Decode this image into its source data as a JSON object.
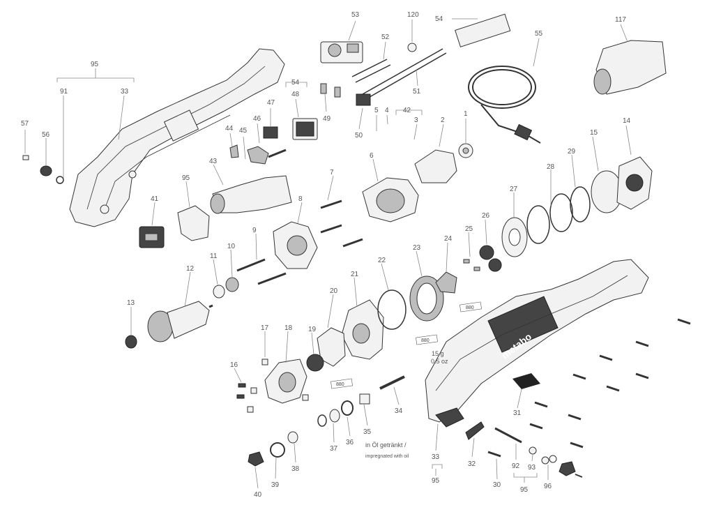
{
  "labels": {
    "p1": "1",
    "p2": "2",
    "p3": "3",
    "p4": "4",
    "p5": "5",
    "p6": "6",
    "p7": "7",
    "p8": "8",
    "p9": "9",
    "p10": "10",
    "p11": "11",
    "p12": "12",
    "p13": "13",
    "p14": "14",
    "p15": "15",
    "p16": "16",
    "p17": "17",
    "p18": "18",
    "p19": "19",
    "p20": "20",
    "p21": "21",
    "p22": "22",
    "p23": "23",
    "p24": "24",
    "p25": "25",
    "p26": "26",
    "p27": "27",
    "p28": "28",
    "p29": "29",
    "p30": "30",
    "p31": "31",
    "p32": "32",
    "p33a": "33",
    "p33b": "33",
    "p34": "34",
    "p35": "35",
    "p36": "36",
    "p37": "37",
    "p38": "38",
    "p39": "39",
    "p40": "40",
    "p41": "41",
    "p42": "42",
    "p43": "43",
    "p44": "44",
    "p45": "45",
    "p46": "46",
    "p47": "47",
    "p48": "48",
    "p49": "49",
    "p50": "50",
    "p51": "51",
    "p52": "52",
    "p53": "53",
    "p54a": "54",
    "p54b": "54",
    "p55": "55",
    "p56": "56",
    "p57": "57",
    "p91": "91",
    "p92": "92",
    "p93": "93",
    "p95a": "95",
    "p95b": "95",
    "p95c": "95",
    "p95d": "95",
    "p96": "96",
    "p117": "117",
    "p120": "120"
  },
  "notes": {
    "grease_code_1": "880",
    "grease_code_2": "880",
    "grease_code_3": "880",
    "grease_amount": "15 g",
    "grease_amount_oz": "0.5 oz",
    "oil_note_de": "in Öl getränkt /",
    "oil_note_en": "impregnated with oil",
    "brand": "metabo"
  }
}
